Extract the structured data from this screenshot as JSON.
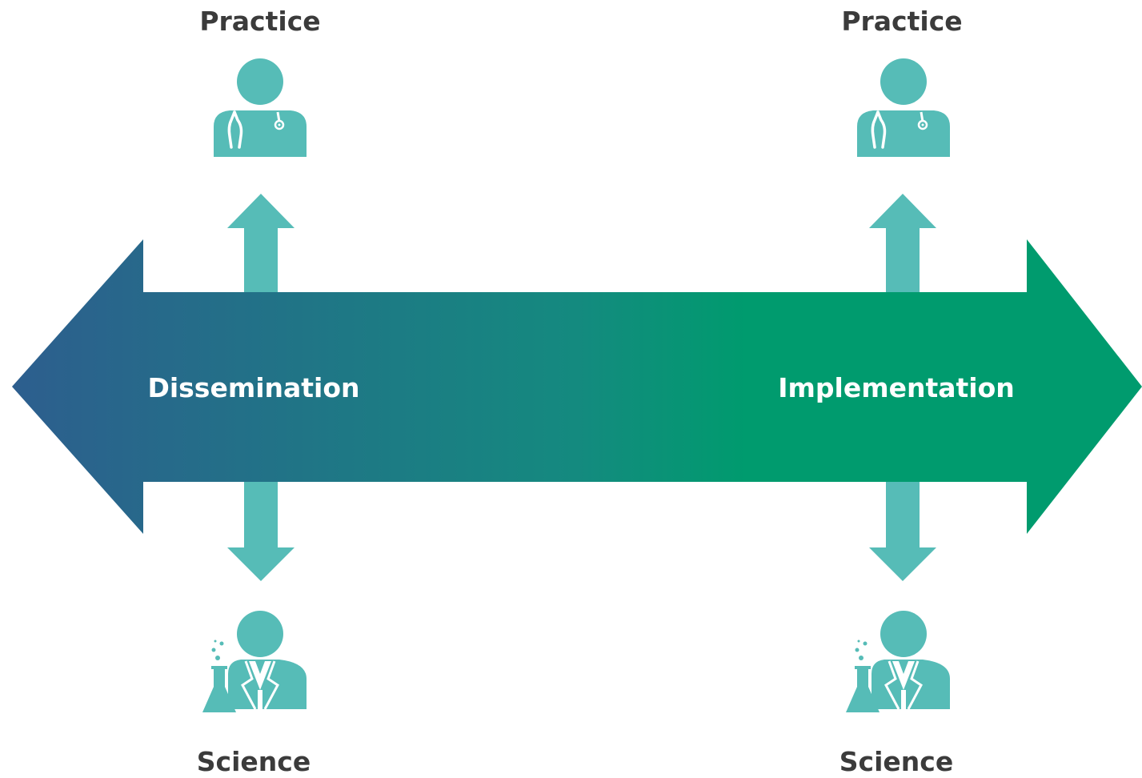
{
  "labels": {
    "top_left": "Practice",
    "top_right": "Practice",
    "bottom_left": "Science",
    "bottom_right": "Science",
    "center_left": "Dissemination",
    "center_right": "Implementation"
  },
  "icons": {
    "top_left": "doctor-icon",
    "top_right": "doctor-icon",
    "bottom_left": "scientist-icon",
    "bottom_right": "scientist-icon"
  },
  "colors": {
    "arrow_gradient_start": "#2d5e8e",
    "arrow_gradient_mid": "#148a7f",
    "arrow_gradient_end": "#009b6e",
    "teal": "#56bcb7",
    "text_dark": "#3b3b3b",
    "text_light": "#ffffff"
  }
}
